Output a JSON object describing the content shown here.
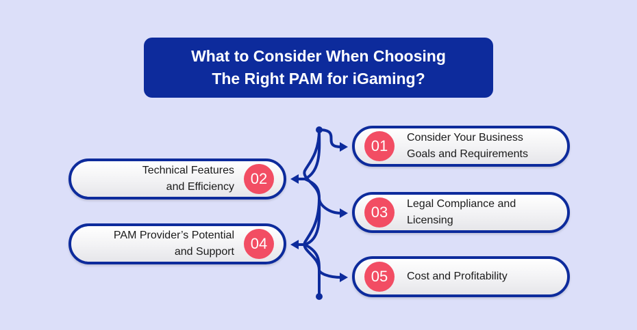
{
  "title": {
    "line1": "What to Consider When Choosing",
    "line2": "The Right PAM for iGaming?"
  },
  "steps": [
    {
      "number": "01",
      "line1": "Consider Your Business",
      "line2": "Goals and Requirements",
      "side": "right"
    },
    {
      "number": "02",
      "line1": "Technical Features",
      "line2": "and Efficiency",
      "side": "left"
    },
    {
      "number": "03",
      "line1": "Legal Compliance and",
      "line2": "Licensing",
      "side": "right"
    },
    {
      "number": "04",
      "line1": "PAM Provider’s Potential",
      "line2": "and Support",
      "side": "left"
    },
    {
      "number": "05",
      "line1": "Cost and Profitability",
      "line2": "",
      "side": "right"
    }
  ],
  "colors": {
    "background": "#dcdff9",
    "navy": "#0d2b9c",
    "badge": "#f24d63"
  }
}
